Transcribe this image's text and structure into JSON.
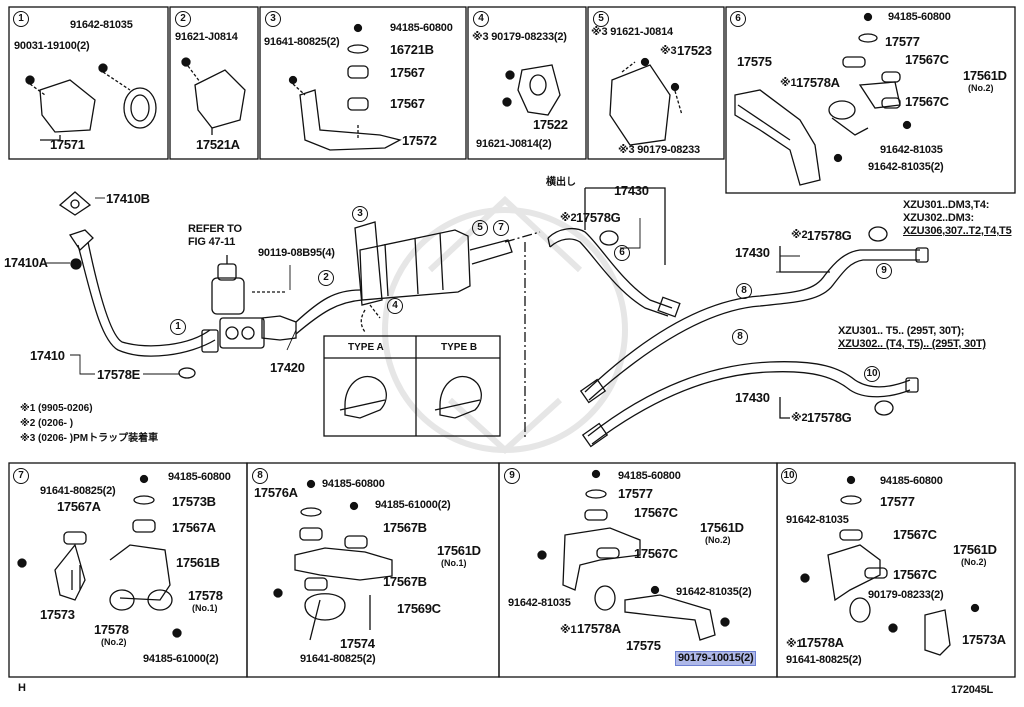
{
  "colors": {
    "ink": "#111111",
    "highlight": "#aeb8e8",
    "watermark": "#e8e8e8"
  },
  "panels": [
    {
      "circled": "1",
      "codes": [
        "91642-81035",
        "90031-19100(2)"
      ],
      "parts": [
        "17571"
      ]
    },
    {
      "circled": "2",
      "codes": [
        "91621-J0814"
      ],
      "parts": [
        "17521A"
      ]
    },
    {
      "circled": "3",
      "codes": [
        "94185-60800",
        "91641-80825(2)"
      ],
      "parts": [
        "16721B",
        "17567",
        "17567",
        "17572"
      ]
    },
    {
      "circled": "4",
      "codes": [
        "※3 90179-08233(2)",
        "91621-J0814(2)"
      ],
      "parts": [
        "17522"
      ]
    },
    {
      "circled": "5",
      "codes": [
        "※3 91621-J0814",
        "※3",
        "※3 90179-08233"
      ],
      "parts": [
        "17523"
      ]
    },
    {
      "circled": "6",
      "codes": [
        "94185-60800",
        "※1",
        "91642-81035",
        "91642-81035(2)"
      ],
      "parts": [
        "17575",
        "17577",
        "17567C",
        "17578A",
        "17567C",
        "17561D"
      ],
      "small": [
        "(No.2)"
      ]
    },
    {
      "circled": "7",
      "codes": [
        "94185-60800",
        "91641-80825(2)",
        "94185-61000(2)"
      ],
      "parts": [
        "17573B",
        "17567A",
        "17567A",
        "17561B",
        "17573",
        "17578",
        "17578"
      ],
      "small": [
        "(No.1)",
        "(No.2)"
      ]
    },
    {
      "circled": "8",
      "codes": [
        "94185-60800",
        "94185-61000(2)",
        "91641-80825(2)"
      ],
      "parts": [
        "17576A",
        "17567B",
        "17561D",
        "17567B",
        "17569C",
        "17574"
      ],
      "small": [
        "(No.1)"
      ]
    },
    {
      "circled": "9",
      "codes": [
        "94185-60800",
        "91642-81035",
        "91642-81035(2)",
        "※1",
        "90179-10015(2)"
      ],
      "parts": [
        "17577",
        "17567C",
        "17561D",
        "17567C",
        "17578A",
        "17575"
      ],
      "small": [
        "(No.2)"
      ]
    },
    {
      "circled": "10",
      "codes": [
        "94185-60800",
        "91642-81035",
        "90179-08233(2)",
        "※1",
        "91641-80825(2)"
      ],
      "parts": [
        "17577",
        "17567C",
        "17561D",
        "17567C",
        "17578A",
        "17573A"
      ],
      "small": [
        "(No.2)"
      ]
    }
  ],
  "main": {
    "parts": {
      "p17410B": "17410B",
      "p17410A": "17410A",
      "p17410": "17410",
      "p17578E": "17578E",
      "p17420": "17420",
      "p17430a": "17430",
      "p17578Ga": "17578G",
      "p17430b": "17430",
      "p17578Gb": "17578G",
      "p17430c": "17430",
      "p17578Gc": "17578G"
    },
    "refer": [
      "REFER TO",
      "FIG 47-11"
    ],
    "code_90119": "90119-08B95(4)",
    "yokodashi": "横出し",
    "star2a": "※2",
    "star2b": "※2",
    "star2c": "※2",
    "variant_a": [
      "XZU301..DM3,T4:",
      "XZU302..DM3:",
      "XZU306,307..T2,T4,T5"
    ],
    "variant_b": [
      "XZU301.. T5.. (295T, 30T);",
      "XZU302.. (T4, T5).. (295T, 30T)"
    ],
    "callouts": [
      "1",
      "2",
      "3",
      "4",
      "5",
      "7",
      "6",
      "8",
      "9",
      "8",
      "10"
    ],
    "type_a": "TYPE A",
    "type_b": "TYPE B",
    "notes": [
      "※1 (9905-0206)",
      "※2 (0206- )",
      "※3 (0206- )PMトラップ装着車"
    ]
  },
  "footer": {
    "left": "H",
    "right": "172045L"
  }
}
